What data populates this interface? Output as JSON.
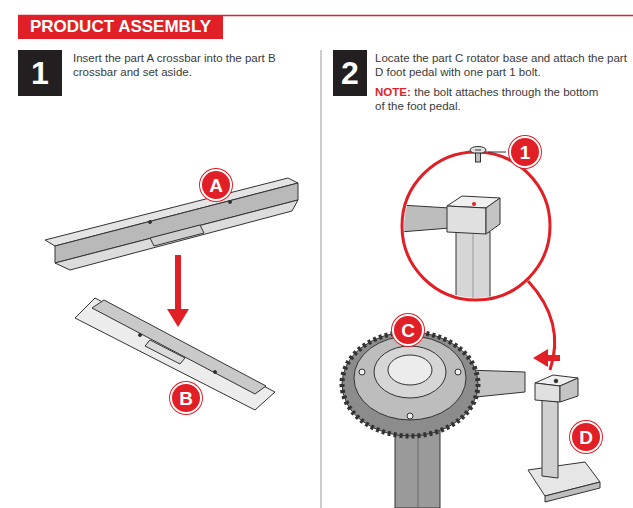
{
  "diagram": {
    "title": "PRODUCT ASSEMBLY",
    "nodes": [
      {
        "text": [
          "1"
        ]
      },
      {
        "text": [
          "A"
        ]
      },
      {
        "text": [
          "B"
        ]
      },
      {
        "text": [
          "2"
        ]
      },
      {
        "text": [
          "1"
        ]
      },
      {
        "text": [
          "C"
        ]
      },
      {
        "text": [
          "D"
        ]
      }
    ],
    "labels": [
      "Insert the part A crossbar into the part B crossbar and set aside.",
      "Locate the part C rotator base and attach the part D foot pedal with one part 1 bolt.",
      "NOTE:",
      "the bolt attaches through the bottom of the foot pedal."
    ]
  }
}
